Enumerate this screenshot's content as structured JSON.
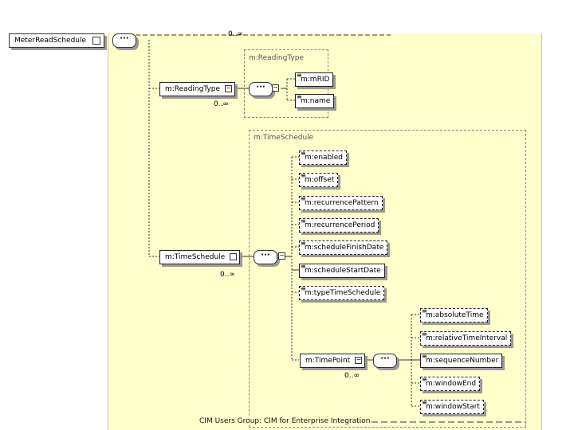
{
  "root": {
    "label": "MeterReadSchedule"
  },
  "groups": {
    "reading_type": {
      "title": "m:ReadingType"
    },
    "time_schedule": {
      "title": "m:TimeSchedule"
    }
  },
  "nodes": {
    "reading_type": {
      "label": "m:ReadingType",
      "cardinality": "0..∞"
    },
    "time_schedule": {
      "label": "m:TimeSchedule",
      "cardinality": "0..∞"
    },
    "time_point": {
      "label": "m:TimePoint",
      "cardinality": "0..∞"
    },
    "top_cardinality": "0..∞"
  },
  "reading_type_elements": [
    "m:mRID",
    "m:name"
  ],
  "time_schedule_elements": [
    "m:enabled",
    "m:offset",
    "m:recurrencePattern",
    "m:recurrencePeriod",
    "m:scheduleFinishDate",
    "m:scheduleStartDate",
    "m:typeTimeSchedule"
  ],
  "time_point_elements": [
    "m:absoluteTime",
    "m:relativeTimeInterval",
    "m:sequenceNumber",
    "m:windowEnd",
    "m:windowStart"
  ],
  "footer": {
    "text": "CIM Users Group: CIM for Enterprise Integration"
  }
}
